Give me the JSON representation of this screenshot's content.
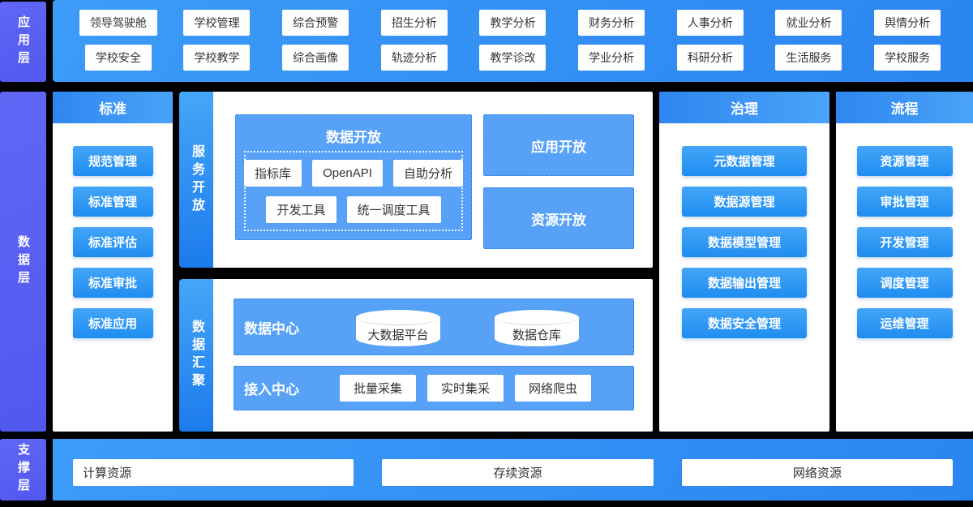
{
  "layers": {
    "app": "应用层",
    "data": "数据层",
    "support": "支撑层"
  },
  "app_layer": {
    "row1": [
      "领导驾驶舱",
      "学校管理",
      "综合预警",
      "招生分析",
      "教学分析",
      "财务分析",
      "人事分析",
      "就业分析",
      "舆情分析"
    ],
    "row2": [
      "学校安全",
      "学校教学",
      "综合画像",
      "轨迹分析",
      "教学诊改",
      "学业分析",
      "科研分析",
      "生活服务",
      "学校服务"
    ]
  },
  "standard_panel": {
    "title": "标准",
    "items": [
      "规范管理",
      "标准管理",
      "标准评估",
      "标准审批",
      "标准应用"
    ]
  },
  "service_panel": {
    "title": "服务开放",
    "data_open": {
      "title": "数据开放",
      "tools_row1": [
        "指标库",
        "OpenAPI",
        "自助分析"
      ],
      "tools_row2": [
        "开发工具",
        "统一调度工具"
      ]
    },
    "app_open": "应用开放",
    "res_open": "资源开放"
  },
  "gather_panel": {
    "title": "数据汇聚",
    "data_center": {
      "title": "数据中心",
      "databases": [
        "大数据平台",
        "数据仓库"
      ]
    },
    "access_center": {
      "title": "接入中心",
      "items": [
        "批量采集",
        "实时集采",
        "网络爬虫"
      ]
    }
  },
  "governance_panel": {
    "title": "治理",
    "items": [
      "元数据管理",
      "数据源管理",
      "数据模型管理",
      "数据输出管理",
      "数据安全管理"
    ]
  },
  "process_panel": {
    "title": "流程",
    "items": [
      "资源管理",
      "审批管理",
      "开发管理",
      "调度管理",
      "运维管理"
    ]
  },
  "support_layer": {
    "items": [
      "计算资源",
      "存续资源",
      "网络资源"
    ]
  },
  "colors": {
    "background": "#000000",
    "ribbon_purple": "#5a60f1",
    "band_blue": "#2f8cf3",
    "header_blue": "#3c95f4",
    "button_blue": "#2d97f3",
    "block_fill_blue": "#57a1f7",
    "dash_border_blue": "#2e7fe9",
    "chip_text": "#333333"
  }
}
